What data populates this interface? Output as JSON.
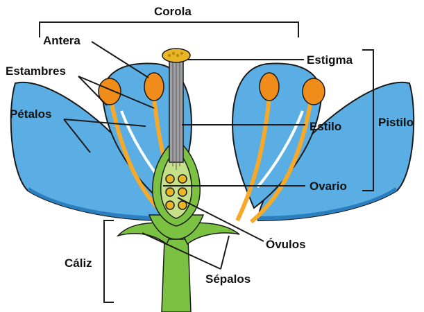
{
  "labels": {
    "corola": "Corola",
    "antera": "Antera",
    "estambres": "Estambres",
    "petalos": "Pétalos",
    "estigma": "Estigma",
    "estilo": "Estilo",
    "pistilo": "Pistilo",
    "ovario": "Ovario",
    "ovulos": "Óvulos",
    "caliz": "Cáliz",
    "sepalos": "Sépalos"
  },
  "colors": {
    "petal": "#5aaee3",
    "petal_shadow": "#2b7fbf",
    "stamen": "#f7a92a",
    "anther": "#f08c1a",
    "pistil_green": "#7cc242",
    "pistil_light": "#c6e089",
    "style_tube": "#9ea0a3",
    "ovule": "#e9b726",
    "outline": "#1a1a1a"
  }
}
